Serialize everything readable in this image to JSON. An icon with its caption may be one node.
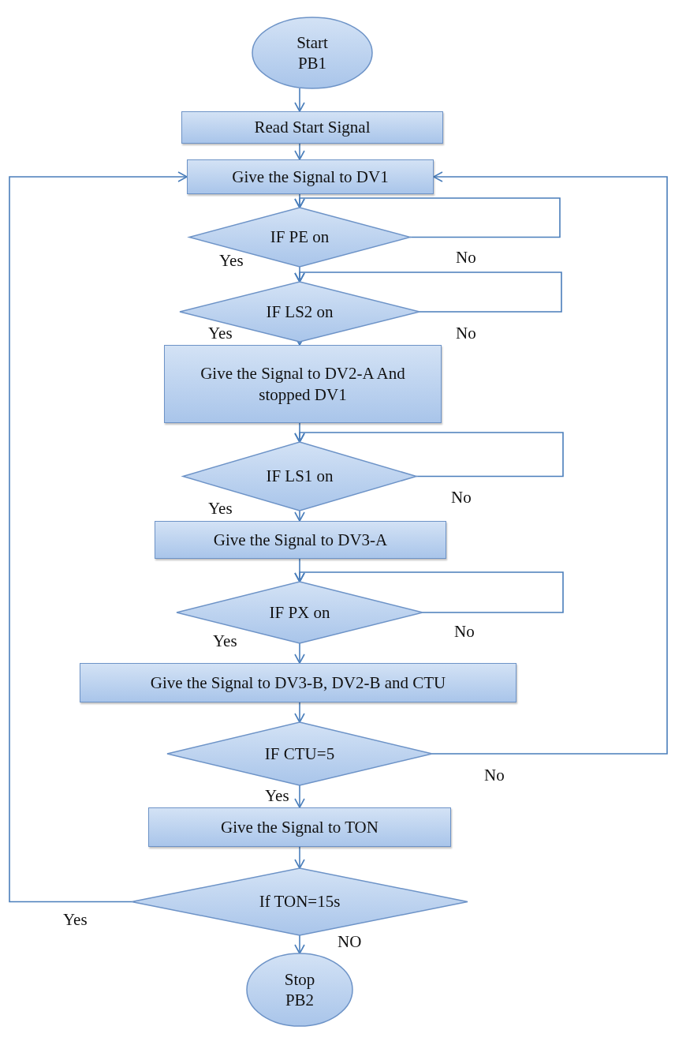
{
  "diagram": {
    "nodes": [
      {
        "text": [
          "Start PB1"
        ]
      },
      {
        "text": [
          "Read Start Signal"
        ]
      },
      {
        "text": [
          "Give the Signal to DV1"
        ]
      },
      {
        "text": [
          "IF PE on"
        ]
      },
      {
        "text": [
          "IF LS2 on"
        ]
      },
      {
        "text": [
          "Give the Signal to DV2-A And stopped DV1"
        ]
      },
      {
        "text": [
          "IF LS1 on"
        ]
      },
      {
        "text": [
          "Give the Signal to DV3-A"
        ]
      },
      {
        "text": [
          "IF PX on"
        ]
      },
      {
        "text": [
          "Give the Signal to DV3-B, DV2-B and CTU"
        ]
      },
      {
        "text": [
          "IF CTU=5"
        ]
      },
      {
        "text": [
          "Give the Signal to TON"
        ]
      },
      {
        "text": [
          "If TON=15s"
        ]
      },
      {
        "text": [
          "Stop PB2"
        ]
      }
    ],
    "edges": [
      {
        "from": 0,
        "to": 1,
        "arrow": "to"
      },
      {
        "from": 1,
        "to": 2,
        "arrow": "to"
      },
      {
        "from": 2,
        "to": 3,
        "arrow": "to"
      },
      {
        "from": 3,
        "to": 3,
        "arrow": "to",
        "label": "No"
      },
      {
        "from": 3,
        "to": 4,
        "arrow": "to",
        "label": "Yes"
      },
      {
        "from": 4,
        "to": 4,
        "arrow": "to",
        "label": "No"
      },
      {
        "from": 4,
        "to": 5,
        "arrow": "to",
        "label": "Yes"
      },
      {
        "from": 5,
        "to": 6,
        "arrow": "to"
      },
      {
        "from": 6,
        "to": 6,
        "arrow": "to",
        "label": "No"
      },
      {
        "from": 6,
        "to": 7,
        "arrow": "to",
        "label": "Yes"
      },
      {
        "from": 7,
        "to": 8,
        "arrow": "to"
      },
      {
        "from": 8,
        "to": 8,
        "arrow": "to",
        "label": "No"
      },
      {
        "from": 8,
        "to": 9,
        "arrow": "to",
        "label": "Yes"
      },
      {
        "from": 9,
        "to": 10,
        "arrow": "to"
      },
      {
        "from": 10,
        "to": 2,
        "arrow": "to",
        "label": "No"
      },
      {
        "from": 10,
        "to": 11,
        "arrow": "to",
        "label": "Yes"
      },
      {
        "from": 11,
        "to": 12,
        "arrow": "to"
      },
      {
        "from": 12,
        "to": 2,
        "arrow": "to",
        "label": "Yes"
      },
      {
        "from": 12,
        "to": 13,
        "arrow": "to",
        "label": "NO"
      }
    ]
  }
}
